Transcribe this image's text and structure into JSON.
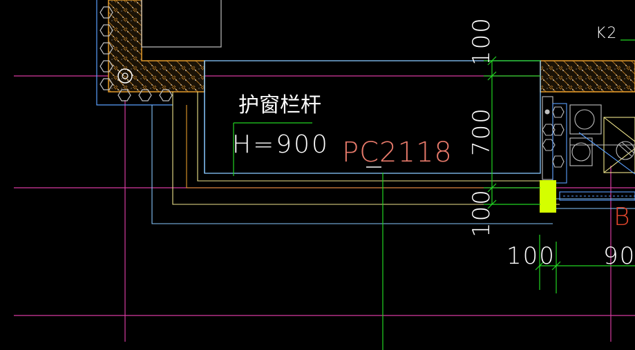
{
  "drawing": {
    "railing_label": "护窗栏杆",
    "railing_height": "H=900",
    "window_tag": "PC2118",
    "column_tag": "K2",
    "axis_tag": "B",
    "dims": {
      "top": "100",
      "middle": "700",
      "bottom": "100",
      "horiz_left": "100",
      "horiz_right": "90"
    }
  },
  "colors": {
    "background": "#000000",
    "axis_magenta": "#d63ba0",
    "dimension_green": "#22d622",
    "wall_orange": "#e39a2a",
    "window_cyan": "#88c8ff",
    "yellow_line": "#f0e68c",
    "highlight_block": "#d4ff00",
    "tag_red": "#e87a6b"
  }
}
